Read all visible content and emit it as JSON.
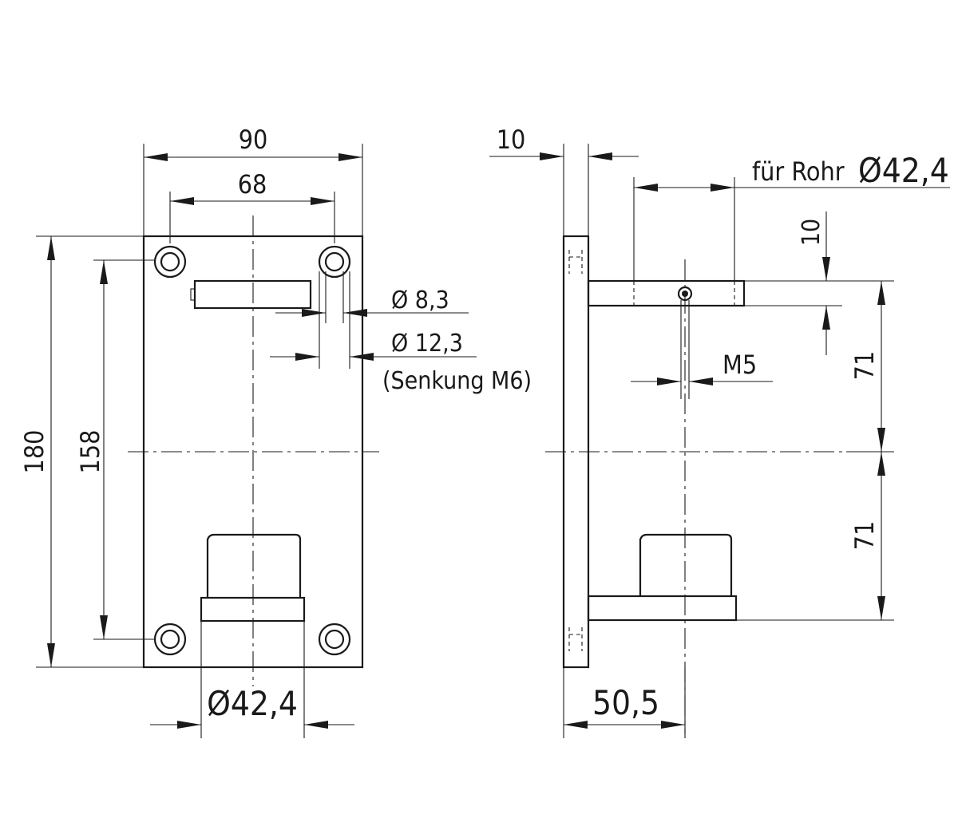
{
  "front_view": {
    "width_overall": "90",
    "hole_spacing_horizontal": "68",
    "height_overall": "180",
    "hole_spacing_vertical": "158",
    "hole_diameter": "Ø 8,3",
    "countersink_diameter": "Ø 12,3",
    "countersink_note": "(Senkung M6)",
    "tube_diameter": "Ø42,4"
  },
  "side_view": {
    "plate_thickness": "10",
    "tube_note": "für Rohr",
    "tube_diameter": "Ø42,4",
    "arm_thickness": "10",
    "thread": "M5",
    "upper_distance": "71",
    "lower_distance": "71",
    "projection": "50,5"
  }
}
